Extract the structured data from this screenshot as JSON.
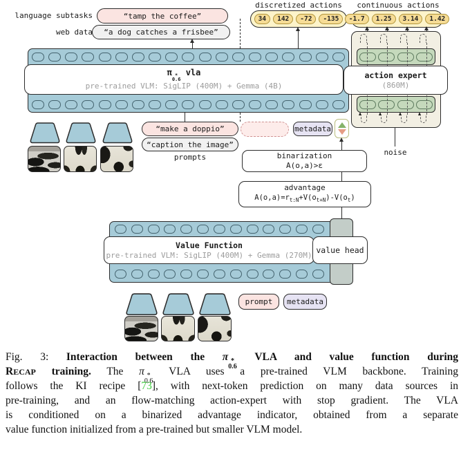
{
  "figure": {
    "top": {
      "language_subtasks_label": "language subtasks",
      "web_data_label": "web data",
      "tamp_pill": "“tamp the coffee”",
      "frisbee_pill": "“a dog catches a frisbee”",
      "discretized_label": "discretized actions",
      "continuous_label": "continuous actions",
      "discretized_values": [
        "34",
        "142",
        "-72",
        "-135"
      ],
      "continuous_values": [
        "-1.7",
        "1.25",
        "3.14",
        "1.42"
      ]
    },
    "vla_block": {
      "pi": "π",
      "pi_sup": "*",
      "pi_sub": "0.6",
      "pi_rest": " vla",
      "subtitle": "pre-trained VLM: SigLIP (400M) + Gemma (4B)"
    },
    "action_expert": {
      "title": "action expert",
      "params": "(860M)",
      "noise_label": "noise"
    },
    "mid": {
      "doppio_pill": "“make a doppio”",
      "caption_pill": "“caption the image”",
      "prompts_label": "prompts",
      "metadata_pill": "metadata"
    },
    "binarization": {
      "title": "binarization",
      "formula_a": "A(o,a)>ε"
    },
    "advantage": {
      "title": "advantage",
      "p1": "A(o,a)=r",
      "s1": "t:N",
      "p2": "+V(o",
      "s2": "t+N",
      "p3": ")-V(o",
      "s3": "t",
      "p4": ")"
    },
    "value_function": {
      "title": "Value Function",
      "subtitle": "pre-trained VLM: SigLIP (400M) + Gemma (270M)",
      "value_head": "value head"
    },
    "bottom": {
      "prompt_pill": "prompt",
      "metadata_pill": "metadata"
    }
  },
  "caption": {
    "prefix": "Fig. 3: ",
    "bold1": "Interaction between the ",
    "pi": "π",
    "pi_sup": "*",
    "pi_sub": "0.6",
    "bold2": " VLA and value function during",
    "recap_r": "R",
    "recap_caps": "ECAP",
    "recap_rest": " training.",
    "l2a": " The ",
    "l2b": " VLA uses a pre-trained VLM backbone. Training",
    "l3a": "follows the KI recipe [",
    "cite": "73",
    "l3b": "], with next-token prediction on many data sources in",
    "l4": "pre-training, and an flow-matching action-expert with stop gradient. The VLA",
    "l5": "is conditioned on a binarized advantage indicator, obtained from a separate",
    "l6": "value function initialized from a pre-trained but smaller VLM model."
  },
  "colors": {
    "token_blue": "#a6cbd8",
    "expert_beige": "#f2efe3",
    "expert_green": "#c5d9bc",
    "action_yellow": "#fdf4ca",
    "action_value_yellow": "#f6dc95",
    "pill_pink": "#fbe4e1",
    "pill_gray": "#f1f1f1",
    "pill_lavender": "#e6e3f3",
    "value_head_gray": "#c3cdc8",
    "citation_green": "#3ecb3e",
    "indicator_up_green": "#85b369",
    "indicator_down_salmon": "#e59d85"
  }
}
